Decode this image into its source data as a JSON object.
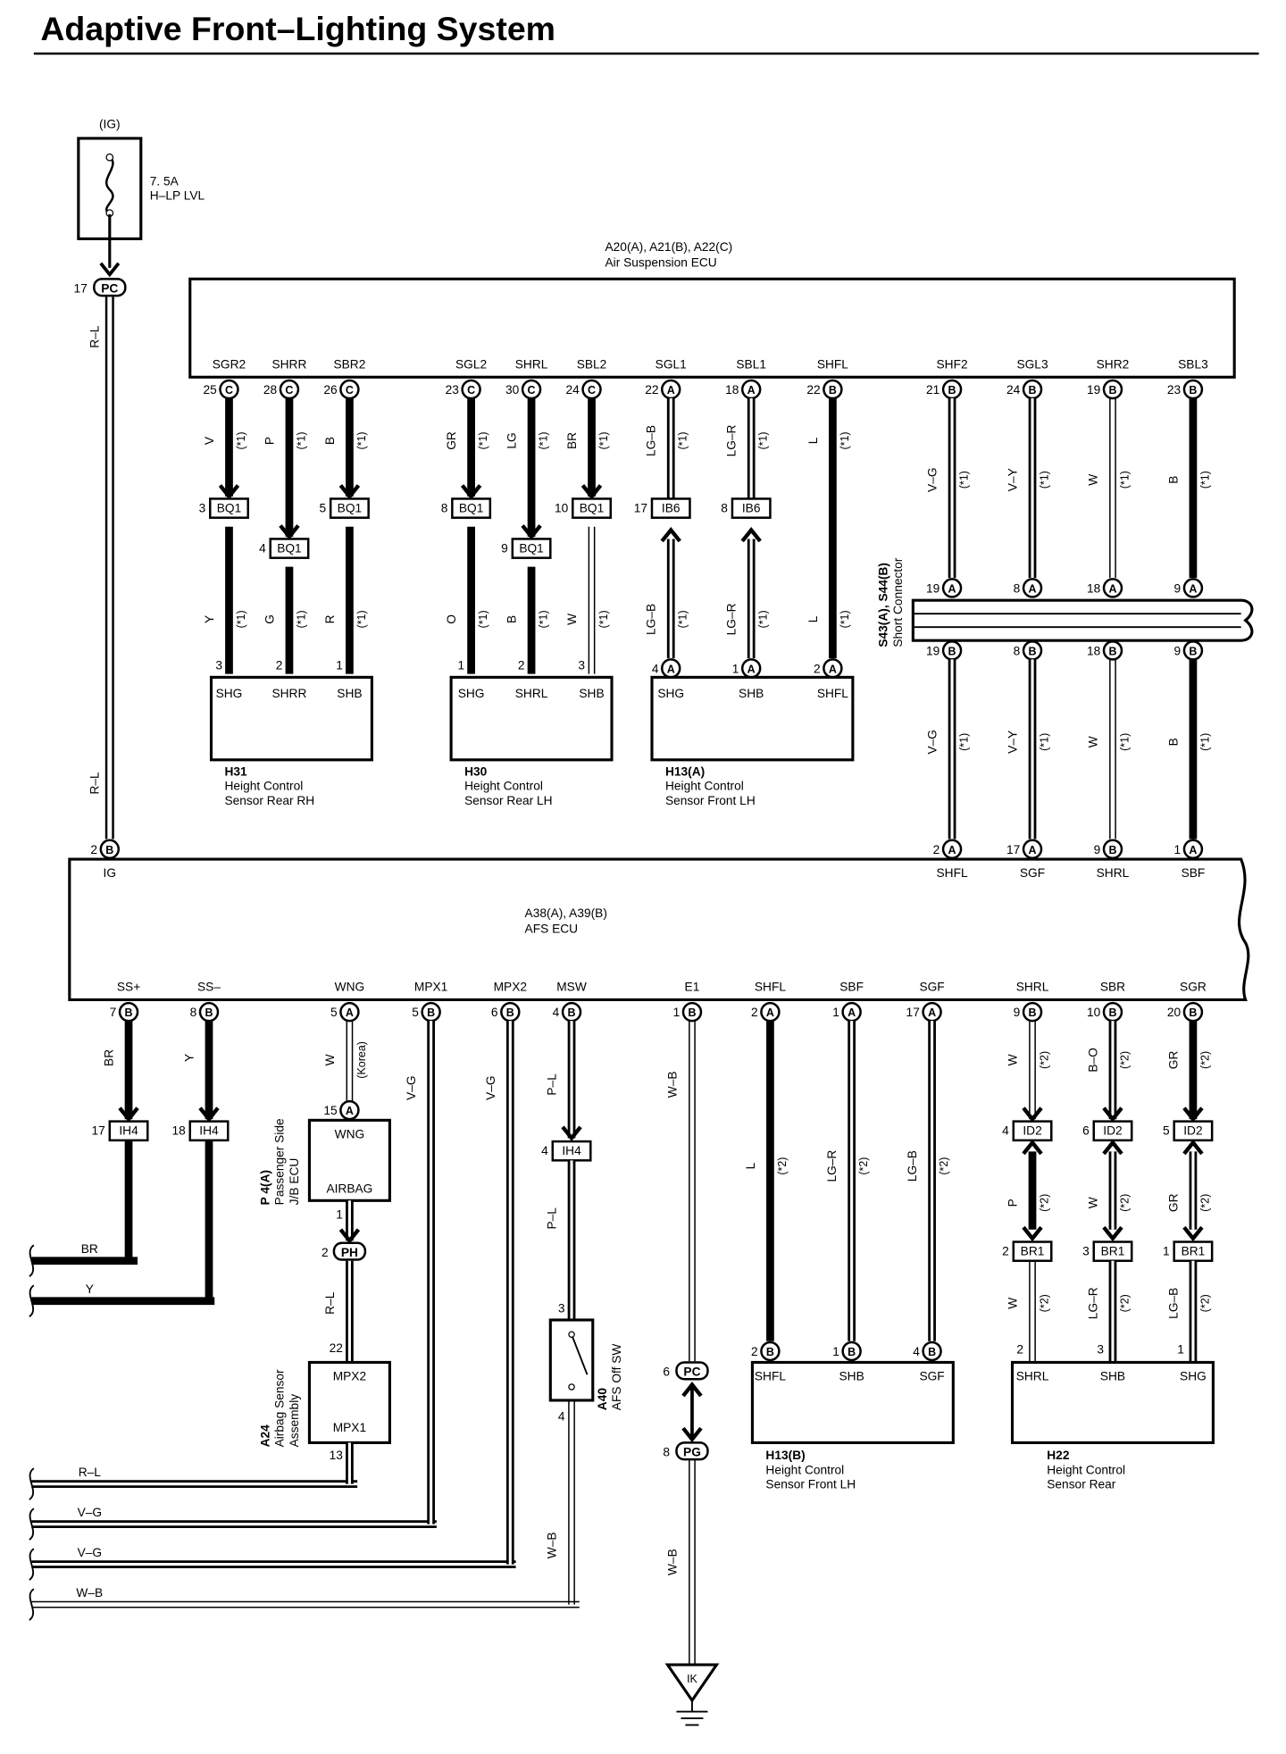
{
  "title": "Adaptive Front–Lighting System",
  "power": {
    "label": "(IG)",
    "fuse_rating": "7. 5A",
    "fuse_name": "H–LP LVL"
  },
  "air_suspension_ecu": {
    "code": "A20(A), A21(B), A22(C)",
    "name": "Air Suspension ECU",
    "pins": [
      {
        "name": "SGR2",
        "num": "25",
        "conn": "C",
        "wire": "V",
        "note": "(*1)",
        "weight": "thick"
      },
      {
        "name": "SHRR",
        "num": "28",
        "conn": "C",
        "wire": "P",
        "note": "(*1)",
        "weight": "thick"
      },
      {
        "name": "SBR2",
        "num": "26",
        "conn": "C",
        "wire": "B",
        "note": "(*1)",
        "weight": "thick"
      },
      {
        "name": "SGL2",
        "num": "23",
        "conn": "C",
        "wire": "GR",
        "note": "(*1)",
        "weight": "thick"
      },
      {
        "name": "SHRL",
        "num": "30",
        "conn": "C",
        "wire": "LG",
        "note": "(*1)",
        "weight": "thick"
      },
      {
        "name": "SBL2",
        "num": "24",
        "conn": "C",
        "wire": "BR",
        "note": "(*1)",
        "weight": "thick"
      },
      {
        "name": "SGL1",
        "num": "22",
        "conn": "A",
        "wire": "LG–B",
        "note": "(*1)",
        "weight": "double"
      },
      {
        "name": "SBL1",
        "num": "18",
        "conn": "A",
        "wire": "LG–R",
        "note": "(*1)",
        "weight": "double"
      },
      {
        "name": "SHFL",
        "num": "22",
        "conn": "B",
        "wire": "L",
        "note": "(*1)",
        "weight": "thick"
      },
      {
        "name": "SHF2",
        "num": "21",
        "conn": "B",
        "wire": "V–G",
        "note": "(*1)",
        "weight": "double"
      },
      {
        "name": "SGL3",
        "num": "24",
        "conn": "B",
        "wire": "V–Y",
        "note": "(*1)",
        "weight": "double"
      },
      {
        "name": "SHR2",
        "num": "19",
        "conn": "B",
        "wire": "W",
        "note": "(*1)",
        "weight": "thin"
      },
      {
        "name": "SBL3",
        "num": "23",
        "conn": "B",
        "wire": "B",
        "note": "(*1)",
        "weight": "thick"
      }
    ]
  },
  "bq1_junctions": [
    {
      "pin": "3",
      "label": "BQ1"
    },
    {
      "pin": "4",
      "label": "BQ1"
    },
    {
      "pin": "5",
      "label": "BQ1"
    },
    {
      "pin": "8",
      "label": "BQ1"
    },
    {
      "pin": "9",
      "label": "BQ1"
    },
    {
      "pin": "10",
      "label": "BQ1"
    },
    {
      "pin": "17",
      "label": "IB6"
    },
    {
      "pin": "8",
      "label": "IB6"
    }
  ],
  "lower_wires": [
    {
      "wire": "Y",
      "note": "(*1)",
      "pin": "3",
      "weight": "thick"
    },
    {
      "wire": "G",
      "note": "(*1)",
      "pin": "2",
      "weight": "thick"
    },
    {
      "wire": "R",
      "note": "(*1)",
      "pin": "1",
      "weight": "thick"
    },
    {
      "wire": "O",
      "note": "(*1)",
      "pin": "1",
      "weight": "thick"
    },
    {
      "wire": "B",
      "note": "(*1)",
      "pin": "2",
      "weight": "thick"
    },
    {
      "wire": "W",
      "note": "(*1)",
      "pin": "3",
      "weight": "thin"
    },
    {
      "wire": "LG–B",
      "note": "(*1)",
      "pin": "4",
      "conn": "A",
      "weight": "double"
    },
    {
      "wire": "LG–R",
      "note": "(*1)",
      "pin": "1",
      "conn": "A",
      "weight": "double"
    },
    {
      "wire": "L",
      "note": "(*1)",
      "pin": "2",
      "conn": "A",
      "weight": "thick"
    }
  ],
  "sensors_top": [
    {
      "code": "H31",
      "line1": "Height Control",
      "line2": "Sensor Rear RH",
      "pins": [
        "SHG",
        "SHRR",
        "SHB"
      ]
    },
    {
      "code": "H30",
      "line1": "Height Control",
      "line2": "Sensor Rear LH",
      "pins": [
        "SHG",
        "SHRL",
        "SHB"
      ]
    },
    {
      "code": "H13(A)",
      "line1": "Height Control",
      "line2": "Sensor Front LH",
      "pins": [
        "SHG",
        "SHB",
        "SHFL"
      ]
    }
  ],
  "short_connector": {
    "code": "S43(A), S44(B)",
    "name": "Short Connector",
    "top": [
      {
        "num": "19",
        "conn": "A"
      },
      {
        "num": "8",
        "conn": "A"
      },
      {
        "num": "18",
        "conn": "A"
      },
      {
        "num": "9",
        "conn": "A"
      }
    ],
    "bottom": [
      {
        "num": "19",
        "conn": "B"
      },
      {
        "num": "8",
        "conn": "B"
      },
      {
        "num": "18",
        "conn": "B"
      },
      {
        "num": "9",
        "conn": "B"
      }
    ],
    "wires_below": [
      {
        "wire": "V–G",
        "note": "(*1)"
      },
      {
        "wire": "V–Y",
        "note": "(*1)"
      },
      {
        "wire": "W",
        "note": "(*1)"
      },
      {
        "wire": "B",
        "note": "(*1)"
      }
    ]
  },
  "pc_connector": {
    "pin": "17",
    "label": "PC"
  },
  "rl_wire": "R–L",
  "afs_ecu": {
    "code": "A38(A), A39(B)",
    "name": "AFS ECU",
    "ig": {
      "num": "2",
      "conn": "B",
      "name": "IG"
    },
    "top_pins": [
      {
        "num": "2",
        "conn": "A",
        "name": "SHFL"
      },
      {
        "num": "17",
        "conn": "A",
        "name": "SGF"
      },
      {
        "num": "9",
        "conn": "B",
        "name": "SHRL"
      },
      {
        "num": "1",
        "conn": "A",
        "name": "SBF"
      }
    ],
    "bottom_pins": [
      {
        "num": "7",
        "conn": "B",
        "name": "SS+"
      },
      {
        "num": "8",
        "conn": "B",
        "name": "SS–"
      },
      {
        "num": "5",
        "conn": "A",
        "name": "WNG"
      },
      {
        "num": "5",
        "conn": "B",
        "name": "MPX1"
      },
      {
        "num": "6",
        "conn": "B",
        "name": "MPX2"
      },
      {
        "num": "4",
        "conn": "B",
        "name": "MSW"
      },
      {
        "num": "1",
        "conn": "B",
        "name": "E1"
      },
      {
        "num": "2",
        "conn": "A",
        "name": "SHFL"
      },
      {
        "num": "1",
        "conn": "A",
        "name": "SBF"
      },
      {
        "num": "17",
        "conn": "A",
        "name": "SGF"
      },
      {
        "num": "9",
        "conn": "B",
        "name": "SHRL"
      },
      {
        "num": "10",
        "conn": "B",
        "name": "SBR"
      },
      {
        "num": "20",
        "conn": "B",
        "name": "SGR"
      }
    ]
  },
  "bottom_section": {
    "ss_plus_wire": "BR",
    "ss_minus_wire": "Y",
    "ih4_a": {
      "pin": "17",
      "label": "IH4"
    },
    "ih4_b": {
      "pin": "18",
      "label": "IH4"
    },
    "wng_wire": "W",
    "korea": "(Korea)",
    "jb_ecu": {
      "pin": "15",
      "conn": "A",
      "wng": "WNG",
      "airbag": "AIRBAG",
      "code": "P 4(A)",
      "line1": "Passenger Side",
      "line2": "J/B ECU",
      "out_pin": "1"
    },
    "ph": {
      "pin": "2",
      "label": "PH"
    },
    "airbag_sensor": {
      "pin_in": "22",
      "mpx2": "MPX2",
      "mpx1": "MPX1",
      "pin_out": "13",
      "code": "A24",
      "line1": "Airbag Sensor",
      "line2": "Assembly"
    },
    "mpx1_wire": "V–G",
    "mpx2_wire": "V–G",
    "msw_wire": "P–L",
    "ih4_c": {
      "pin": "4",
      "label": "IH4"
    },
    "msw_wire2": "P–L",
    "afs_switch": {
      "pin_in": "3",
      "pin_out": "4",
      "code": "A40",
      "name": "AFS Off SW"
    },
    "wb_switch": "W–B",
    "e1_wire": "W–B",
    "pc6": {
      "pin": "6",
      "label": "PC"
    },
    "pg8": {
      "pin": "8",
      "label": "PG"
    },
    "e1_wire2": "W–B",
    "ground": "IK",
    "left_bus": [
      "BR",
      "Y",
      "R–L",
      "V–G",
      "V–G",
      "W–B"
    ],
    "rl_airbag": "R–L",
    "h13b_wires": [
      {
        "wire": "L",
        "note": "(*2)"
      },
      {
        "wire": "LG–R",
        "note": "(*2)"
      },
      {
        "wire": "LG–B",
        "note": "(*2)"
      }
    ],
    "h13b": {
      "pins": [
        {
          "num": "2",
          "conn": "B",
          "name": "SHFL"
        },
        {
          "num": "1",
          "conn": "B",
          "name": "SHB"
        },
        {
          "num": "4",
          "conn": "B",
          "name": "SGF"
        }
      ],
      "code": "H13(B)",
      "line1": "Height Control",
      "line2": "Sensor Front LH"
    },
    "id2_wires": [
      {
        "wire": "W",
        "note": "(*2)"
      },
      {
        "wire": "B–O",
        "note": "(*2)"
      },
      {
        "wire": "GR",
        "note": "(*2)"
      }
    ],
    "id2": [
      {
        "pin": "4",
        "label": "ID2"
      },
      {
        "pin": "6",
        "label": "ID2"
      },
      {
        "pin": "5",
        "label": "ID2"
      }
    ],
    "br1_wires": [
      {
        "wire": "P",
        "note": "(*2)"
      },
      {
        "wire": "W",
        "note": "(*2)"
      },
      {
        "wire": "GR",
        "note": "(*2)"
      }
    ],
    "br1": [
      {
        "pin": "2",
        "label": "BR1"
      },
      {
        "pin": "3",
        "label": "BR1"
      },
      {
        "pin": "1",
        "label": "BR1"
      }
    ],
    "h22_wires": [
      {
        "wire": "W",
        "note": "(*2)",
        "pin": "2"
      },
      {
        "wire": "LG–R",
        "note": "(*2)",
        "pin": "3"
      },
      {
        "wire": "LG–B",
        "note": "(*2)",
        "pin": "1"
      }
    ],
    "h22": {
      "pins": [
        "SHRL",
        "SHB",
        "SHG"
      ],
      "code": "H22",
      "line1": "Height Control",
      "line2": "Sensor Rear"
    }
  }
}
